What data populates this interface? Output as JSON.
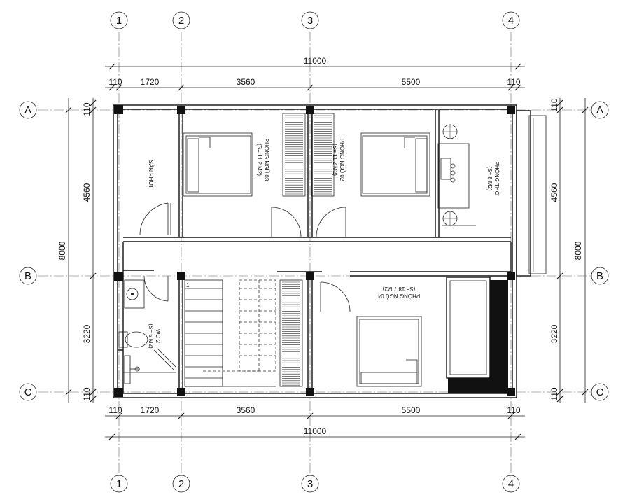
{
  "grid": {
    "columns": [
      "1",
      "2",
      "3",
      "4"
    ],
    "rows": [
      "A",
      "B",
      "C"
    ]
  },
  "dimensions": {
    "top_total": "11000",
    "bottom_total": "11000",
    "top_segments": [
      "110",
      "1720",
      "3560",
      "5500",
      "110"
    ],
    "bottom_segments": [
      "110",
      "1720",
      "3560",
      "5500",
      "110"
    ],
    "left_segments": [
      "110",
      "4560",
      "3220",
      "110"
    ],
    "left_total": "8000",
    "right_segments": [
      "110",
      "4560",
      "3220",
      "110"
    ],
    "right_total": "8000"
  },
  "rooms": {
    "balcony": "SÂN PHƠI",
    "bedroom3_name": "PHÒNG NGỦ 03",
    "bedroom3_area": "(S= 11.2 M2)",
    "bedroom2_name": "PHÒNG NGỦ 02",
    "bedroom2_area": "(S= 11.2 M2)",
    "worship_name": "PHÒNG THỜ",
    "worship_area": "(S= 8 M2)",
    "bedroom4_name": "PHÒNG NGỦ 04",
    "bedroom4_area": "(S= 18.7 M2)",
    "wc_name": "WC 2",
    "wc_area": "(S= 5 M2)",
    "stair_start": "1"
  }
}
